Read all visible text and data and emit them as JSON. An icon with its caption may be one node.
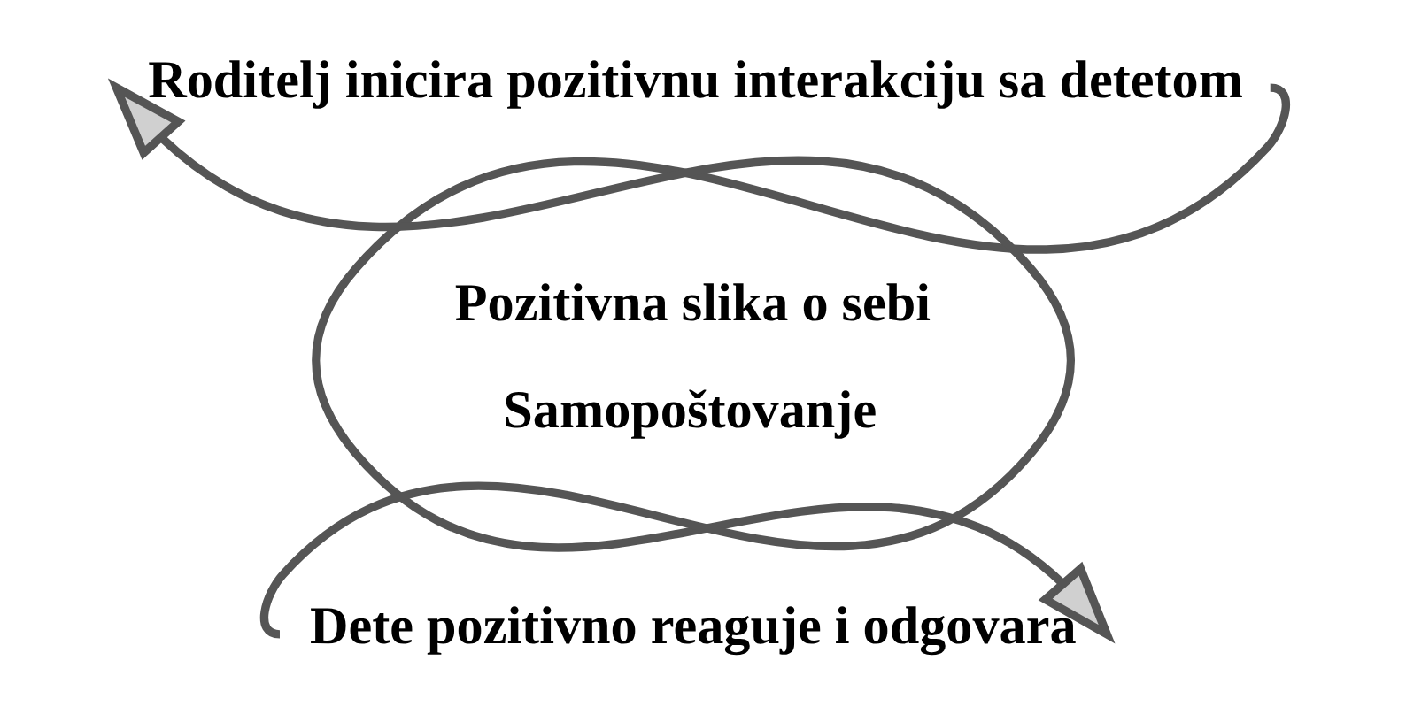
{
  "diagram": {
    "nodes": [
      {
        "text": [
          "Roditelj inicira pozitivnu interakciju sa detetom"
        ]
      },
      {
        "text": [
          "Dete pozitivno reaguje i odgovara"
        ]
      }
    ],
    "edges": [
      {
        "from": 0,
        "to": 1,
        "arrow": "to"
      },
      {
        "from": 1,
        "to": 0,
        "arrow": "to"
      }
    ],
    "labels": [
      "Pozitivna slika o sebi",
      "Samopoštovanje"
    ]
  }
}
